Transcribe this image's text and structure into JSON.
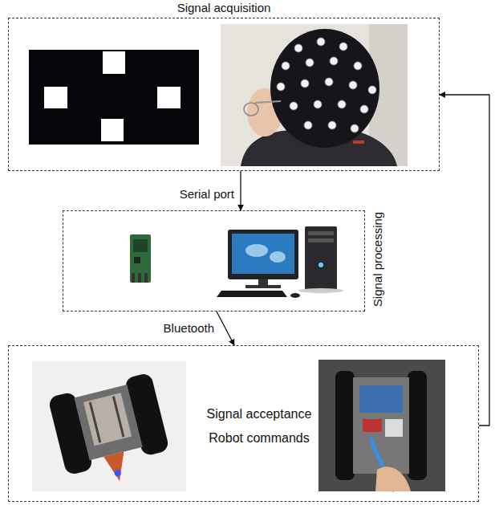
{
  "diagram": {
    "nodes": [
      {
        "text": [
          "Signal acquisition"
        ]
      },
      {
        "text": [
          "Signal processing"
        ]
      },
      {
        "text": [
          "Signal acceptance Robot commands"
        ]
      }
    ],
    "edges": [
      {
        "from": 0,
        "to": 1,
        "label": "Serial port",
        "arrow": "to"
      },
      {
        "from": 1,
        "to": 2,
        "label": "Bluetooth",
        "arrow": "to"
      },
      {
        "from": 2,
        "to": 0,
        "arrow": "to"
      }
    ]
  }
}
